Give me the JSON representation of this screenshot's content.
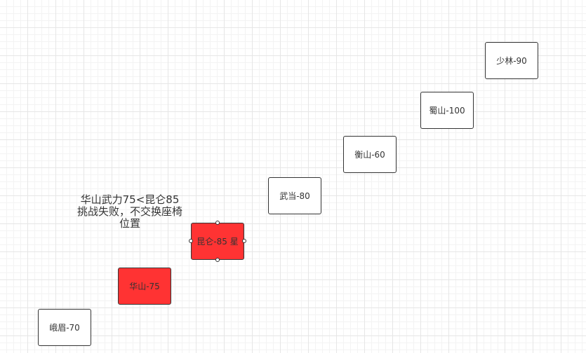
{
  "colors": {
    "grid_major": "#e6e6e6",
    "grid_minor": "#f3f3f3",
    "box_border": "#333333",
    "highlight_fill": "#ff3333"
  },
  "nodes": {
    "emei": "峨眉-70",
    "huashan": "华山-75",
    "kunlun": "昆仑-85 星",
    "wudang": "武当-80",
    "hengshan": "衡山-60",
    "shushan": "蜀山-100",
    "shaolin": "少林-90"
  },
  "annotation": {
    "line1": "华山武力75<昆仑85",
    "line2": "挑战失败，不交换座椅",
    "line3": "位置"
  }
}
